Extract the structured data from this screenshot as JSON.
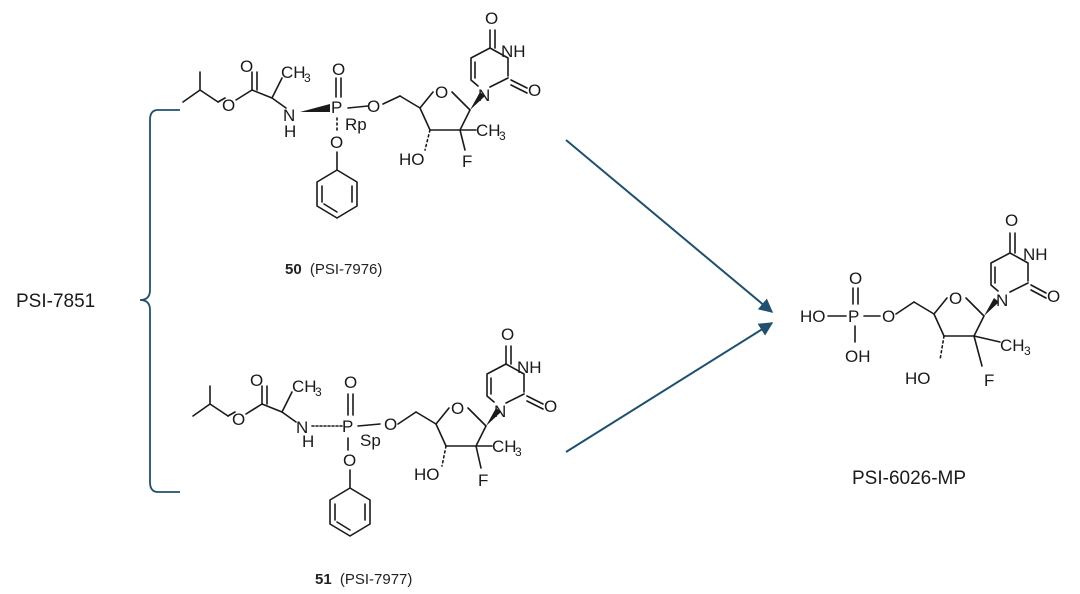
{
  "group_label": "PSI-7851",
  "compound_50": {
    "number": "50",
    "name": "(PSI-7976)",
    "stereo": "Rp"
  },
  "compound_51": {
    "number": "51",
    "name": "(PSI-7977)",
    "stereo": "Sp"
  },
  "product": {
    "name": "PSI-6026-MP"
  },
  "atoms": {
    "O": "O",
    "N": "N",
    "NH": "NH",
    "H": "H",
    "P": "P",
    "F": "F",
    "HO": "HO",
    "OH": "OH",
    "CH": "CH",
    "sub3": "3"
  },
  "colors": {
    "arrow": "#1f5070",
    "brace": "#1f5070",
    "bond": "#1a1a1a"
  }
}
